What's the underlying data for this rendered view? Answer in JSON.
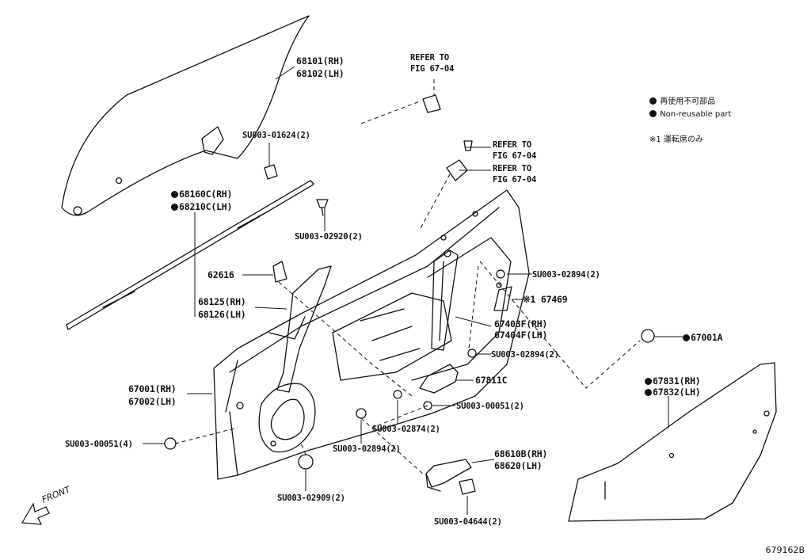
{
  "labels": {
    "glass_rh": "68101(RH)",
    "glass_lh": "68102(LH)",
    "refer_top_1": "REFER TO",
    "refer_top_2": "FIG 67-04",
    "clip_1624": "SU003-01624(2)",
    "refer_a_1": "REFER TO",
    "refer_a_2": "FIG 67-04",
    "refer_b_1": "REFER TO",
    "refer_b_2": "FIG 67-04",
    "weather_rh": "68160C(RH)",
    "weather_lh": "68210C(LH)",
    "clip_2920": "SU003-02920(2)",
    "part_62616": "62616",
    "frame_rh": "68125(RH)",
    "frame_lh": "68126(LH)",
    "clip_2894_a": "SU003-02894(2)",
    "part_67469": "※1 67469",
    "reg_rh": "67403F(RH)",
    "reg_lh": "67404F(LH)",
    "clip_2894_b": "SU003-02894(2)",
    "part_67001a": "67001A",
    "door_rh": "67001(RH)",
    "door_lh": "67002(LH)",
    "part_67811c": "67811C",
    "clip_0051_2": "SU003-00051(2)",
    "clip_0051_4": "SU003-00051(4)",
    "clip_2874": "SU003-02874(2)",
    "clip_2894_c": "SU003-02894(2)",
    "check_rh": "68610B(RH)",
    "check_lh": "68620(LH)",
    "clip_2909": "SU003-02909(2)",
    "clip_4644": "SU003-04644(2)",
    "film_rh": "67831(RH)",
    "film_lh": "67832(LH)"
  },
  "legend": {
    "non_reusable_jp": "再使用不可部品",
    "non_reusable_en": "Non-reusable part",
    "note1": "※1 運転席のみ"
  },
  "front": "FRONT",
  "figure_code": "679162B"
}
